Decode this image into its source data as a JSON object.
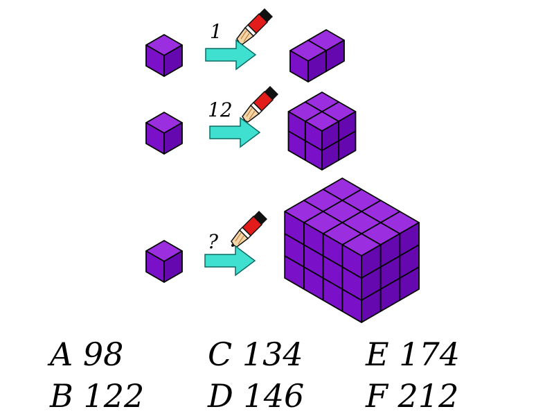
{
  "rows": [
    {
      "glue_count": "1"
    },
    {
      "glue_count": "12"
    },
    {
      "glue_count": "?"
    }
  ],
  "shapes": {
    "single_cube": [
      1,
      1,
      1
    ],
    "row1_result": [
      2,
      1,
      1
    ],
    "row2_result": [
      2,
      2,
      2
    ],
    "row3_result": [
      3,
      4,
      3
    ]
  },
  "answers": [
    {
      "letter": "A",
      "value": "98"
    },
    {
      "letter": "B",
      "value": "122"
    },
    {
      "letter": "C",
      "value": "134"
    },
    {
      "letter": "D",
      "value": "146"
    },
    {
      "letter": "E",
      "value": "174"
    },
    {
      "letter": "F",
      "value": "212"
    }
  ],
  "colors": {
    "cube_top": "#9b2fe0",
    "cube_left": "#7a10c8",
    "cube_right": "#6608b0",
    "arrow": "#40e0d0",
    "glue_tube_body": "#e02020"
  },
  "icons": [
    "cube-icon",
    "arrow-right-icon",
    "glue-tube-icon"
  ]
}
